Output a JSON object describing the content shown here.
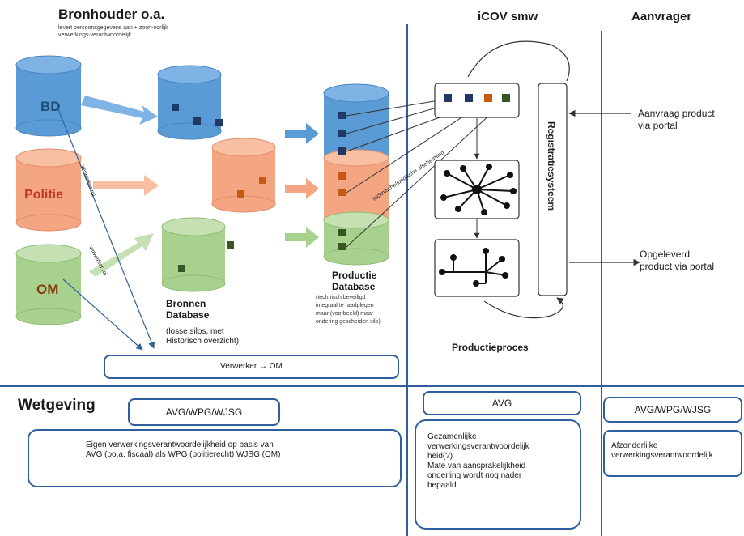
{
  "columns": {
    "source_holder": {
      "title": "Bronhouder o.a.",
      "subtitle_lines": [
        "levert persoonsgegevens aan + zoon-oorlijk",
        "verwerkings-verantwoordelijk"
      ]
    },
    "icov": {
      "title": "iCOV smw"
    },
    "requester": {
      "title": "Aanvrager"
    }
  },
  "sources": {
    "bd": "BD",
    "politie": "Politie",
    "om": "OM"
  },
  "arrow_labels": {
    "verwerker_1": "verwerker rol",
    "verwerker_2": "verwerker rol"
  },
  "bronnen_db": {
    "title_lines": [
      "Bronnen",
      "Database"
    ],
    "caption_lines": [
      "(losse silos, met",
      "Historisch overzicht)"
    ]
  },
  "productie_db": {
    "title_lines": [
      "Productie",
      "Database"
    ],
    "caption_lines": [
      "(technisch beveiligd",
      "integraal te raadplegen",
      "maar (voorbeeld) maar",
      "ondering gescheiden silo)"
    ],
    "diagonal_label": "technische/juridische afscherming"
  },
  "registratie": {
    "label": "Registratiesysteem"
  },
  "productieproces": {
    "label": "Productieproces"
  },
  "requester_flows": {
    "request": [
      "Aanvraag product",
      "via portal"
    ],
    "delivered": [
      "Opgeleverd",
      "product via portal"
    ]
  },
  "verwerker_bar": {
    "text": "Verwerker → OM"
  },
  "wetgeving": {
    "title": "Wetgeving",
    "left_law": "AVG/WPG/WJSG",
    "left_desc_lines": [
      "Eigen verwerkingsverantwoordelijkheid op basis van",
      "AVG (oo.a. fiscaal) als WPG (politierecht) WJSG (OM)"
    ],
    "icov_law": "AVG",
    "icov_desc_lines": [
      "Gezamenlijke",
      "verwerkingsverantwoordelijk",
      "heid(?)",
      "Mate van aansprakelijkheid",
      "onderling wordt nog nader",
      "bepaald"
    ],
    "req_law": "AVG/WPG/WJSG",
    "req_desc_lines": [
      "Afzonderlijke",
      "verwerkingsverantwoordelijk"
    ]
  },
  "colors": {
    "bd": "#5b9bd5",
    "politie": "#f4a582",
    "om": "#a9d18e",
    "line": "#2f5f9e",
    "square": "#1f3864"
  }
}
